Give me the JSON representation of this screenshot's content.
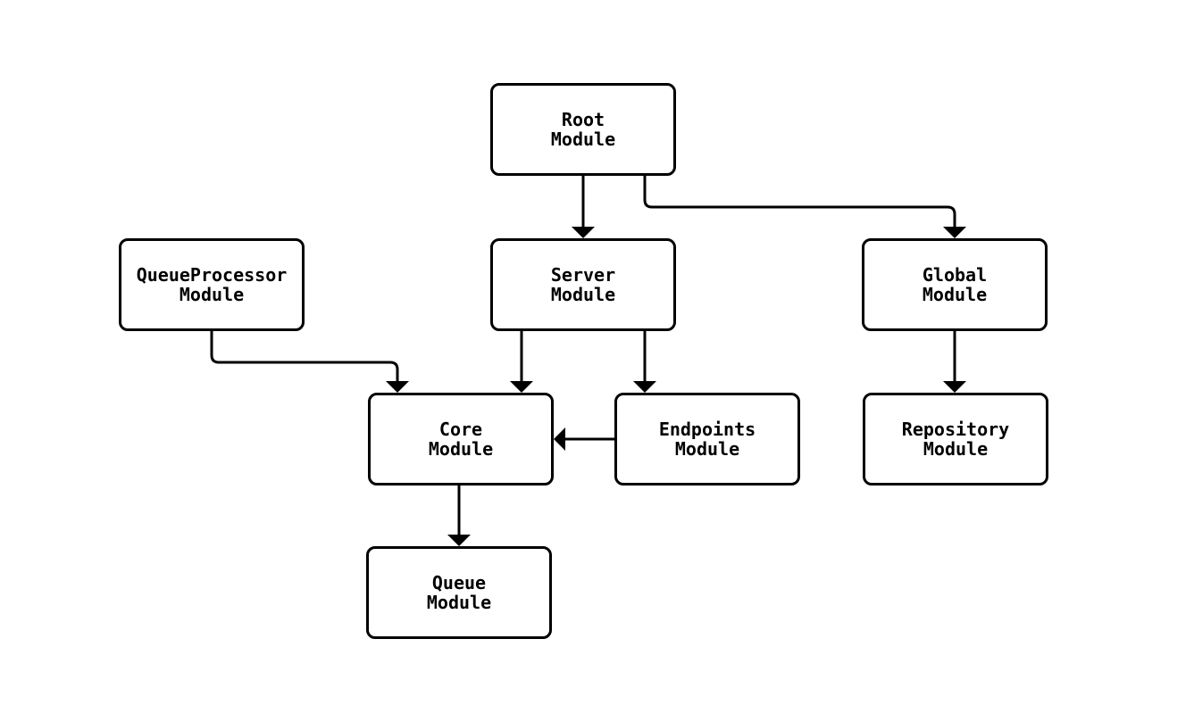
{
  "diagram": {
    "type": "flowchart",
    "nodes": [
      {
        "id": "root",
        "label": "Root\nModule"
      },
      {
        "id": "queueProcessor",
        "label": "QueueProcessor\nModule"
      },
      {
        "id": "server",
        "label": "Server\nModule"
      },
      {
        "id": "global",
        "label": "Global\nModule"
      },
      {
        "id": "core",
        "label": "Core\nModule"
      },
      {
        "id": "endpoints",
        "label": "Endpoints\nModule"
      },
      {
        "id": "repository",
        "label": "Repository\nModule"
      },
      {
        "id": "queue",
        "label": "Queue\nModule"
      }
    ],
    "edges": [
      {
        "from": "Root Module",
        "to": "Server Module"
      },
      {
        "from": "Root Module",
        "to": "Global Module"
      },
      {
        "from": "QueueProcessor Module",
        "to": "Core Module"
      },
      {
        "from": "Server Module",
        "to": "Core Module"
      },
      {
        "from": "Server Module",
        "to": "Endpoints Module"
      },
      {
        "from": "Endpoints Module",
        "to": "Core Module"
      },
      {
        "from": "Global Module",
        "to": "Repository Module"
      },
      {
        "from": "Core Module",
        "to": "Queue Module"
      }
    ],
    "colors": {
      "background": "#ffffff",
      "node_fill": "#ffffff",
      "node_border": "#000000",
      "edge": "#000000",
      "text": "#000000"
    }
  }
}
